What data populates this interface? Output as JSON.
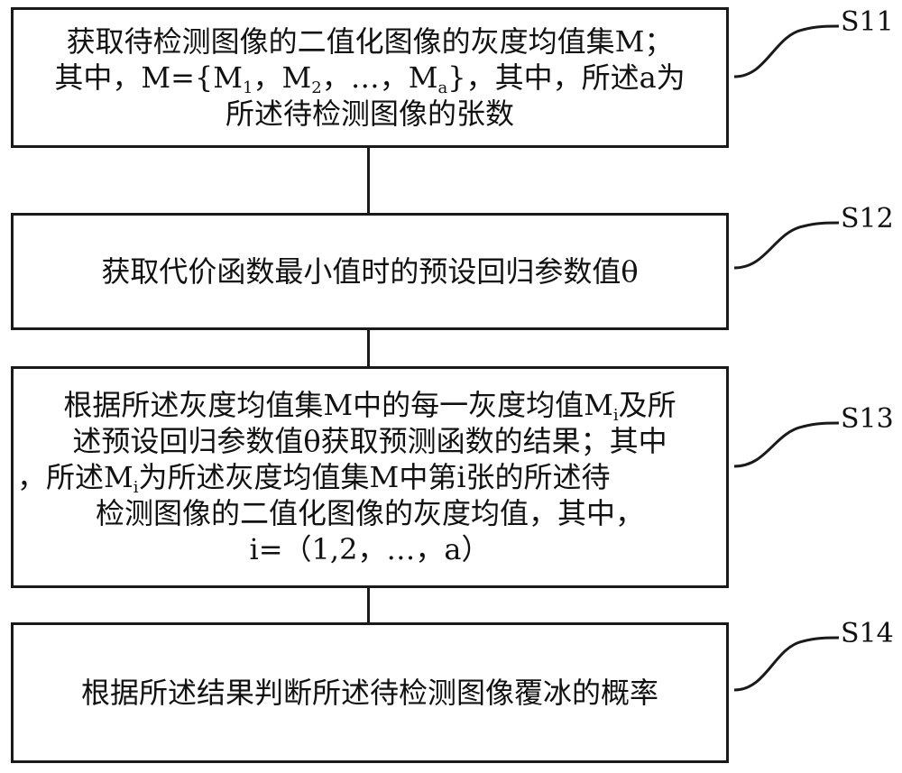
{
  "steps": [
    {
      "id": "S11",
      "lines": [
        {
          "segs": [
            {
              "t": "获取待检测图像的二值化图像的灰度均值集M；"
            }
          ]
        },
        {
          "segs": [
            {
              "t": "其中，M={M"
            },
            {
              "t": "1",
              "sub": true
            },
            {
              "t": "，M"
            },
            {
              "t": "2",
              "sub": true
            },
            {
              "t": "，…，M"
            },
            {
              "t": "a",
              "sub": true
            },
            {
              "t": "}，其中，所述a为"
            }
          ]
        },
        {
          "segs": [
            {
              "t": "所述待检测图像的张数"
            }
          ]
        }
      ]
    },
    {
      "id": "S12",
      "lines": [
        {
          "segs": [
            {
              "t": "获取代价函数最小值时的预设回归参数值θ"
            }
          ]
        }
      ]
    },
    {
      "id": "S13",
      "lines": [
        {
          "segs": [
            {
              "t": "根据所述灰度均值集M中的每一灰度均值M"
            },
            {
              "t": "i",
              "sub": true
            },
            {
              "t": "及所"
            }
          ]
        },
        {
          "segs": [
            {
              "t": "述预设回归参数值θ获取预测函数的结果；其中"
            }
          ]
        },
        {
          "segs": [
            {
              "t": "，所述M"
            },
            {
              "t": "i",
              "sub": true
            },
            {
              "t": "为所述灰度均值集M中第i张的所述待"
            }
          ],
          "align": "left"
        },
        {
          "segs": [
            {
              "t": "检测图像的二值化图像的灰度均值，其中，"
            }
          ]
        },
        {
          "segs": [
            {
              "t": "i=（1,2，…，a）"
            }
          ]
        }
      ]
    },
    {
      "id": "S14",
      "lines": [
        {
          "segs": [
            {
              "t": "根据所述结果判断所述待检测图像覆冰的概率"
            }
          ]
        }
      ]
    }
  ]
}
